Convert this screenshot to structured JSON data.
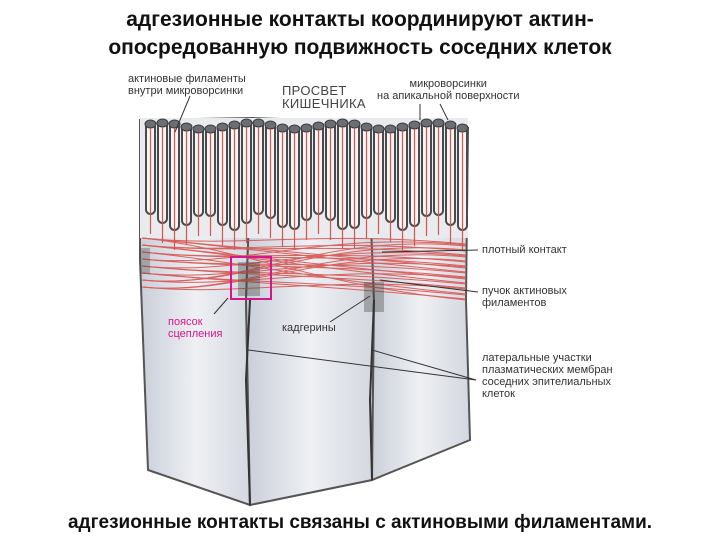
{
  "title": {
    "line1": "адгезионные контакты координируют актин-",
    "line2": "опосредованную подвижность соседних клеток"
  },
  "caption": "адгезионные контакты связаны с актиновыми филаментами.",
  "labels": {
    "actin_in_microvilli": [
      "актиновые филаменты",
      "внутри микроворсинки"
    ],
    "lumen": [
      "ПРОСВЕТ",
      "КИШЕЧНИКА"
    ],
    "microvilli_apical": [
      "микроворсинки",
      "на апикальной поверхности"
    ],
    "tight_junction": "плотный контакт",
    "actin_bundle": [
      "пучок актиновых",
      "филаментов"
    ],
    "adhesion_belt": [
      "поясок",
      "сцепления"
    ],
    "cadherins": "кадгерины",
    "lateral_membranes": [
      "латеральные участки",
      "плазматических мембран",
      "соседних эпителиальных",
      "клеток"
    ]
  },
  "colors": {
    "actin": "#d9534f",
    "highlight_box": "#d5178c",
    "cell_fill": "#dfe3ea",
    "membrane": "#4a4a4a"
  }
}
